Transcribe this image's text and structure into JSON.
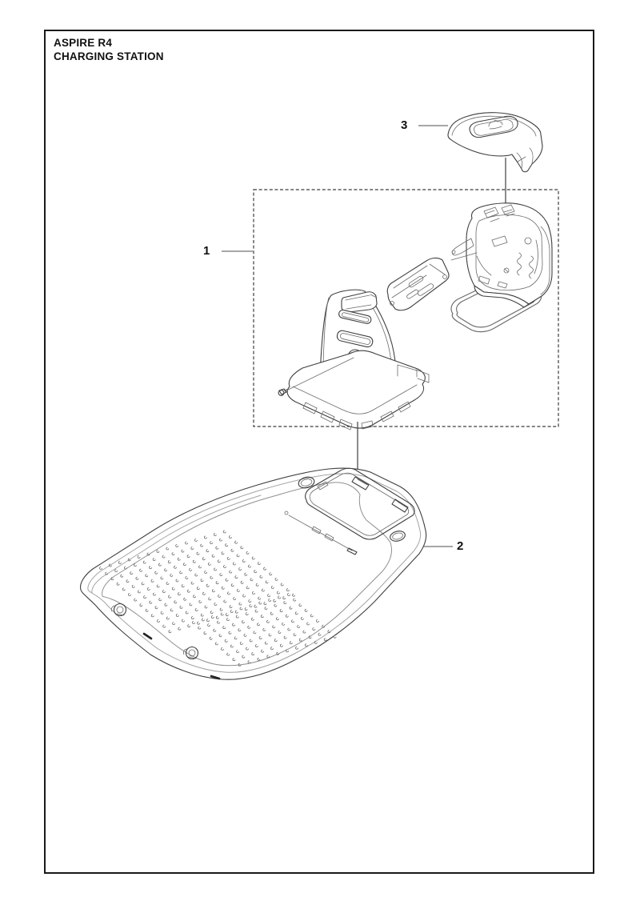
{
  "header": {
    "title_line1": "ASPIRE R4",
    "title_line2": "CHARGING STATION"
  },
  "callouts": {
    "c1": "1",
    "c2": "2",
    "c3": "3"
  },
  "diagram": {
    "line_color": "#3f3f3f",
    "leader_color": "#8a8a8a",
    "parts": [
      {
        "number": "1",
        "name": "charging-station-assembly"
      },
      {
        "number": "2",
        "name": "base-plate"
      },
      {
        "number": "3",
        "name": "top-cover"
      }
    ]
  }
}
